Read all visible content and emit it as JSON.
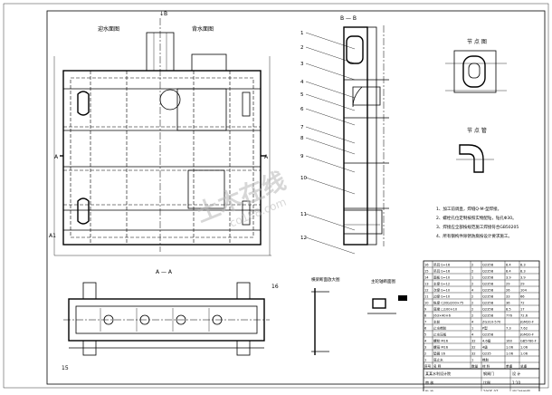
{
  "front_view": {
    "label_left": "迎水面图",
    "label_right": "背水面图",
    "section_mark_top": "↓B",
    "section_a_left": "A",
    "section_a_right": "A",
    "side_label_a1": "A1"
  },
  "section_view": {
    "title": "B — B",
    "leaders": [
      "1",
      "2",
      "3",
      "4",
      "5",
      "6",
      "7",
      "8",
      "9",
      "10",
      "11",
      "12"
    ]
  },
  "section_aa": {
    "title": "A — A",
    "label_left": "15",
    "label_right": "16"
  },
  "detail_top": {
    "title": "节 点 图"
  },
  "detail_mid": {
    "title": "节 点 管"
  },
  "small_views": {
    "left_title": "横梁断面放大图",
    "right_title": "主轮轴断面图"
  },
  "notes": {
    "items": [
      "1、加工前调直，焊缝Q-M-型焊接。",
      "2、螺栓孔位定制按照实物配钻，钻孔Φ30。",
      "3、焊接应全部按规范施工焊接符合GB50205",
      "4、所有钢构件除锈防腐按设计要求施工。"
    ]
  },
  "parts_table": {
    "rows": [
      [
        "16",
        "吊耳 b=16",
        "2",
        "Q235B",
        "8.4",
        "8.3"
      ],
      [
        "15",
        "吊耳 b=16",
        "2",
        "Q235B",
        "8.4",
        "8.3"
      ],
      [
        "14",
        "面板 b=10",
        "1",
        "Q235B",
        "3.9",
        "3.9"
      ],
      [
        "13",
        "主梁 b=12",
        "2",
        "Q235B",
        "29",
        "29"
      ],
      [
        "12",
        "次梁 b=10",
        "4",
        "Q235B",
        "26",
        "104"
      ],
      [
        "11",
        "边梁 b=10",
        "2",
        "Q235B",
        "33",
        "66"
      ],
      [
        "10",
        "纵梁 C20b/200×75",
        "2",
        "Q235B",
        "36",
        "72"
      ],
      [
        "9",
        "底缘 □100×10",
        "2",
        "Q235B",
        "8.5",
        "17"
      ],
      [
        "8",
        "[63×40×6",
        "2",
        "Q235B",
        "776",
        "72.6"
      ],
      [
        "7",
        "主轮",
        "4",
        "ZG310-570",
        "",
        "JGM20-F"
      ],
      [
        "6",
        "止水橡胶",
        "1",
        "P型",
        "7.3",
        "7.62"
      ],
      [
        "5",
        "止水压板",
        "4",
        "Q235B",
        "",
        "JGM20-F"
      ],
      [
        "4",
        "螺栓 M16",
        "32",
        "4.6级",
        "160",
        "GB5780-F"
      ],
      [
        "3",
        "螺母 M16",
        "32",
        "4级",
        "1.06",
        "1.06"
      ],
      [
        "2",
        "垫圈 16",
        "32",
        "Q235",
        "1.06",
        "1.06"
      ],
      [
        "1",
        "底止水",
        "1",
        "橡胶",
        "",
        ""
      ]
    ],
    "header": [
      "序号",
      "名 称",
      "数量",
      "材 料",
      "单重",
      "总重"
    ],
    "title_block": {
      "company": "某某水利设计院",
      "drawing": "钢闸门",
      "design": "设 计",
      "check": "审 核",
      "scale": "比例",
      "scale_val": "1:10",
      "approve": "批 准",
      "date": "2005.07",
      "sheet_name": "闸门结构图"
    }
  },
  "watermark": {
    "text": "土木在线",
    "sub": "co188.com"
  }
}
